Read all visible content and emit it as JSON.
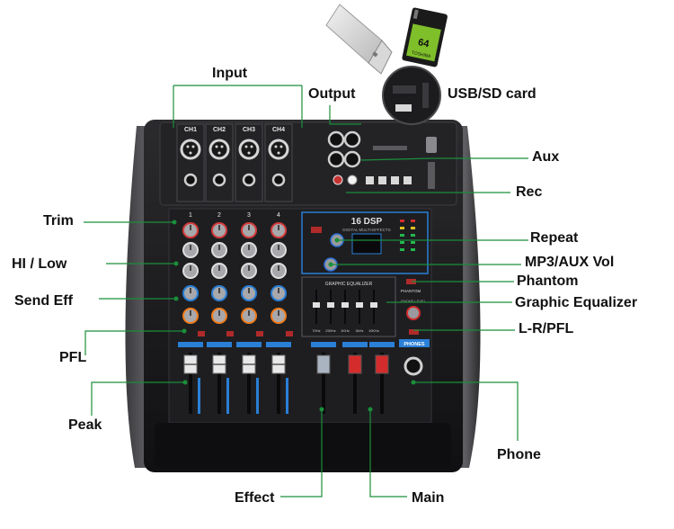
{
  "labels": {
    "input": "Input",
    "output": "Output",
    "usb_sd": "USB/SD card",
    "aux": "Aux",
    "rec": "Rec",
    "trim": "Trim",
    "repeat": "Repeat",
    "hi_low": "HI / Low",
    "mp3_aux_vol": "MP3/AUX Vol",
    "send_eff": "Send Eff",
    "phantom": "Phantom",
    "graphic_eq": "Graphic Equalizer",
    "lr_pfl": "L-R/PFL",
    "pfl": "PFL",
    "peak": "Peak",
    "phone": "Phone",
    "effect": "Effect",
    "main": "Main"
  },
  "device": {
    "channels": [
      "CH1",
      "CH2",
      "CH3",
      "CH4"
    ],
    "strip_numbers": [
      "1",
      "2",
      "3",
      "4"
    ],
    "dsp_logo": "16 DSP",
    "dsp_subtitle": "DIGITAL MULTI-EFFECTS",
    "geq_title": "GRAPHIC EQUALIZER",
    "geq_bands": [
      "70Hz",
      "250Hz",
      "1KHz",
      "3kHz",
      "10KHz"
    ],
    "phones_label": "PHONES",
    "phantom_label": "PHANTOM",
    "phone_level": "PHONE LEVEL",
    "sd_capacity": "64",
    "sd_brand": "TOSHIBA"
  },
  "colors": {
    "panel": "#1c1c1e",
    "accent_blue": "#2a7fd6",
    "leader_green": "#1a8f3a",
    "fader_red": "#d42c2c"
  }
}
